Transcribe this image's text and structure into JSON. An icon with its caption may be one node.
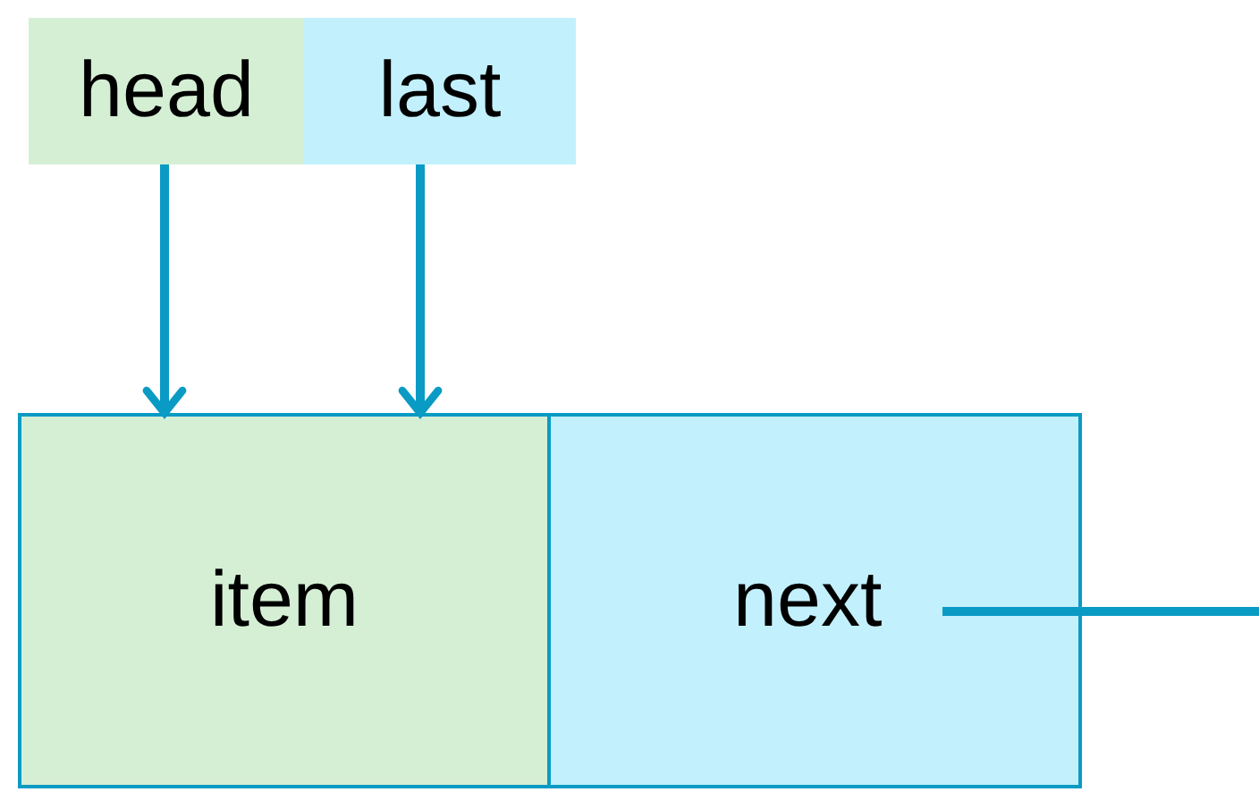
{
  "diagram": {
    "nodes": [
      {
        "text": [
          "head"
        ]
      },
      {
        "text": [
          "last"
        ]
      },
      {
        "text": [
          "item"
        ]
      },
      {
        "text": [
          "next"
        ]
      }
    ],
    "edges": [
      {
        "from": 0,
        "to": 2,
        "arrow": "to"
      },
      {
        "from": 1,
        "to": 2,
        "arrow": "to"
      },
      {
        "from": 3,
        "to": null,
        "arrow": "none"
      }
    ]
  }
}
